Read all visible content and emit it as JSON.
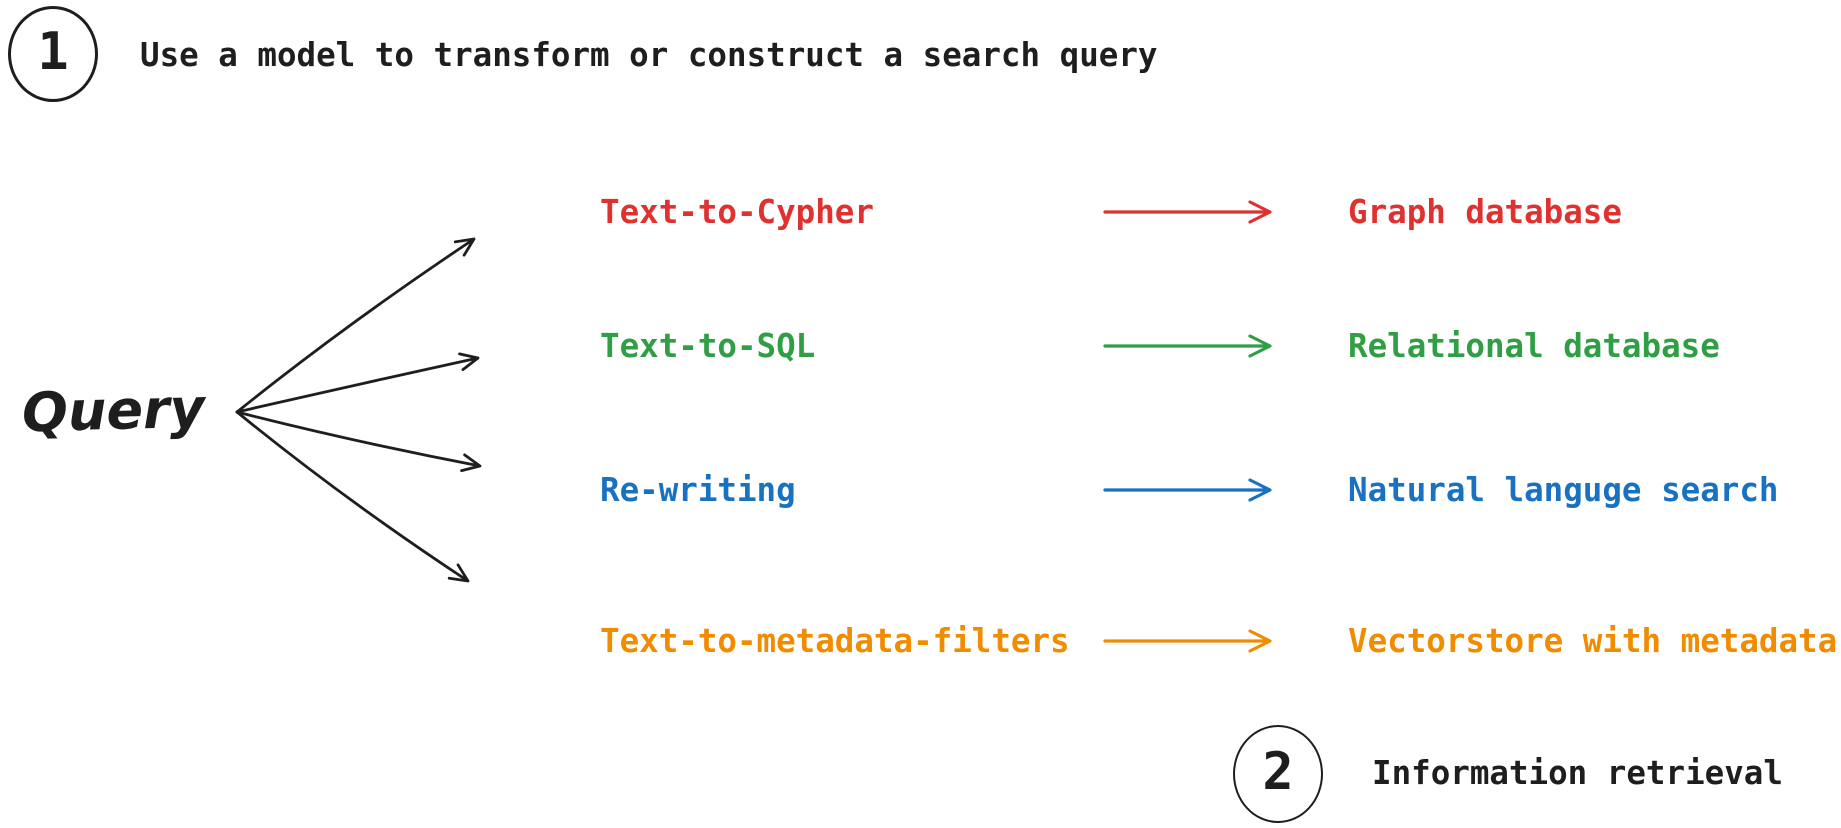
{
  "palette": {
    "ink": "#1e1e1e",
    "background": "#ffffff",
    "red": "#e03131",
    "green": "#2f9e44",
    "blue": "#1971c2",
    "orange": "#f08c00"
  },
  "step1": {
    "number": "1",
    "label": "Use a model to transform or construct a search query"
  },
  "query_node": {
    "label": "Query"
  },
  "rows": [
    {
      "technique": "Text-to-Cypher",
      "target": "Graph database",
      "color": "#e03131",
      "color_name": "red"
    },
    {
      "technique": "Text-to-SQL",
      "target": "Relational database",
      "color": "#2f9e44",
      "color_name": "green"
    },
    {
      "technique": "Re-writing",
      "target": "Natural languge search",
      "color": "#1971c2",
      "color_name": "blue"
    },
    {
      "technique": "Text-to-metadata-filters",
      "target": "Vectorstore with metadata",
      "color": "#f08c00",
      "color_name": "orange"
    }
  ],
  "step2": {
    "number": "2",
    "label": "Information retrieval"
  }
}
